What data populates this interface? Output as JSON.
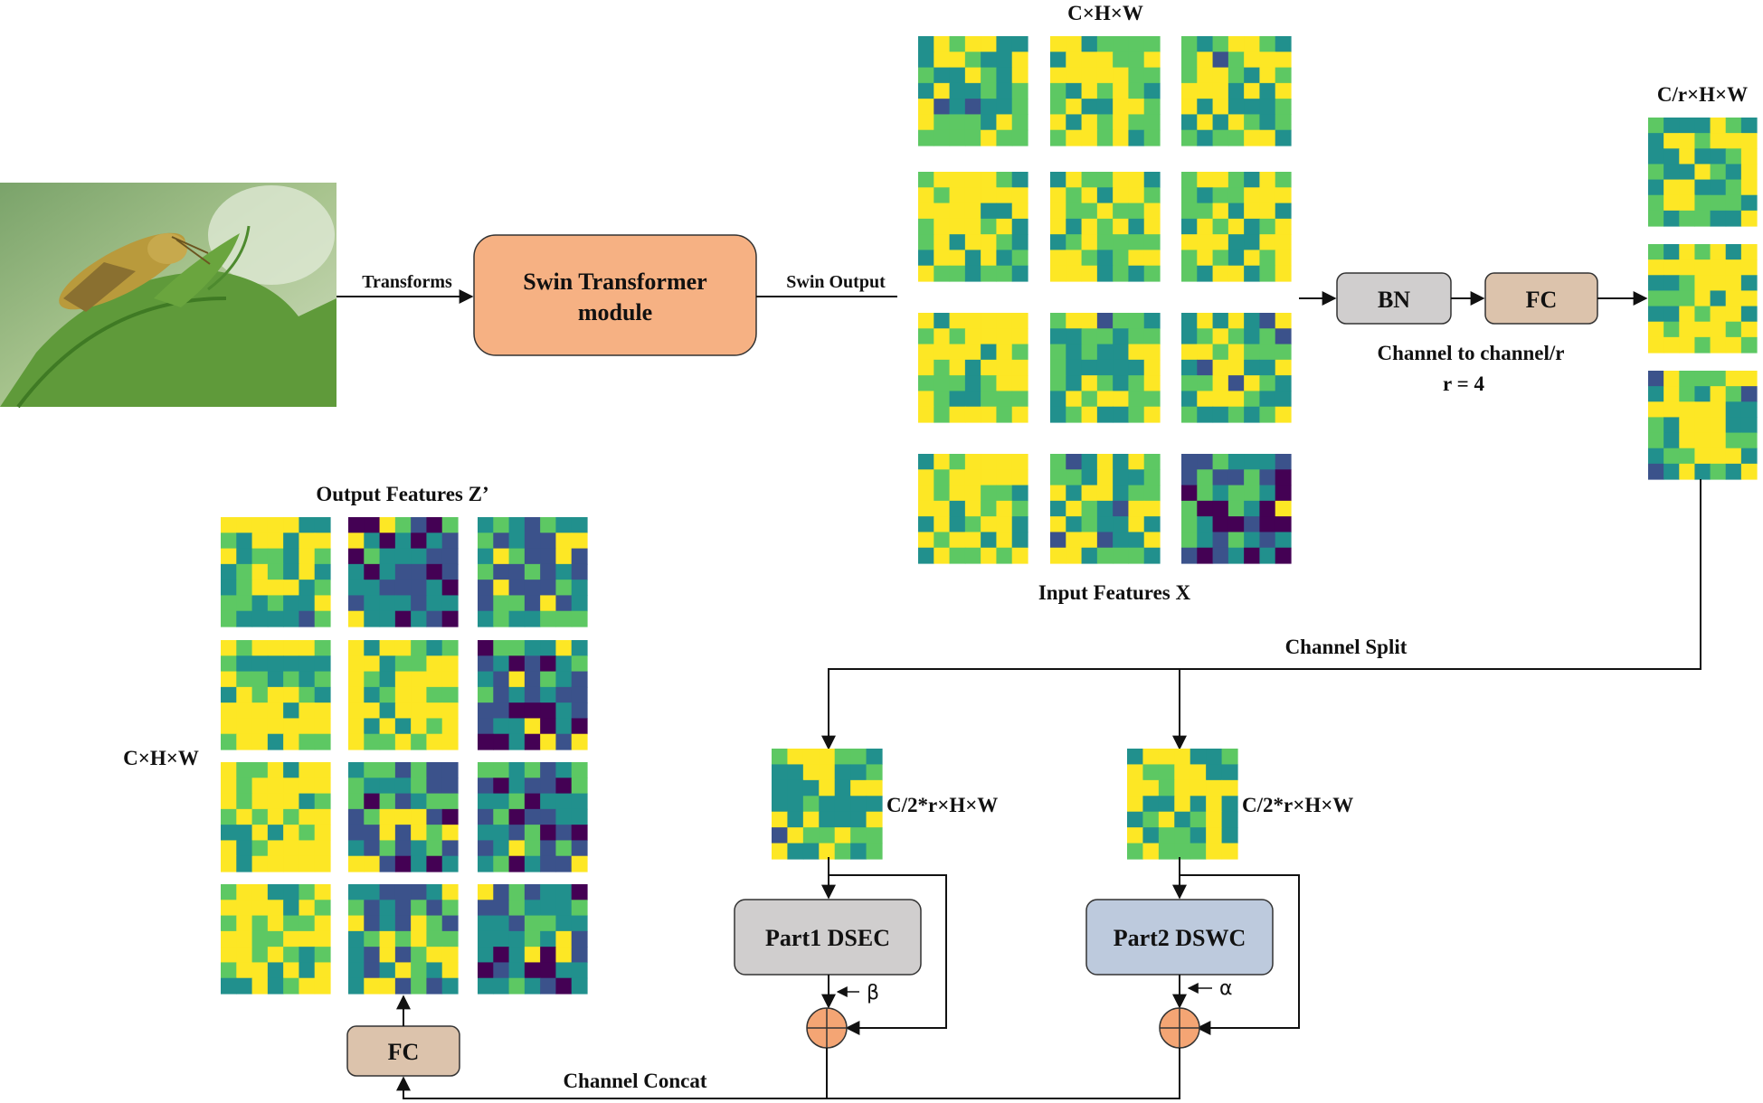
{
  "labels": {
    "transforms": "Transforms",
    "swin_output": "Swin Output",
    "swin_module_line1": "Swin Transformer",
    "swin_module_line2": "module",
    "input_dims": "C×H×W",
    "input_features": "Input Features X",
    "bn": "BN",
    "fc_top": "FC",
    "channel_reduce": "Channel to channel/r",
    "r_value": "r = 4",
    "reduced_dims": "C/r×H×W",
    "channel_split": "Channel Split",
    "half_dims_1": "C/2*r×H×W",
    "half_dims_2": "C/2*r×H×W",
    "part1": "Part1 DSEC",
    "part2": "Part2 DSWC",
    "beta": "β",
    "alpha": "α",
    "channel_concat": "Channel Concat",
    "fc_bottom": "FC",
    "output_features": "Output Features Z’",
    "output_dims": "C×H×W"
  },
  "colors": {
    "swin_box": "#f6b183",
    "bn_box": "#d0cece",
    "fc_box": "#dcc3ac",
    "part1_box": "#d0cece",
    "part2_box": "#bdcadd",
    "adder": "#f4a574",
    "viridis": [
      "#440154",
      "#3b528b",
      "#21908d",
      "#5dc863",
      "#fde725"
    ]
  }
}
